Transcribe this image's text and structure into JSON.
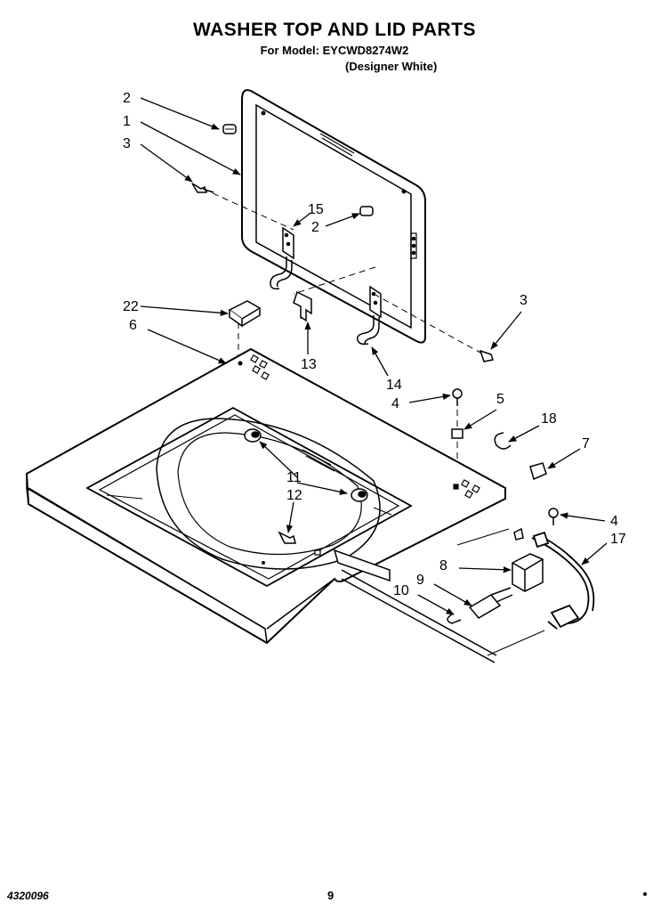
{
  "header": {
    "title": "WASHER TOP AND LID PARTS",
    "model": "For Model: EYCWD8274W2",
    "variant": "(Designer White)"
  },
  "footer": {
    "doc_number": "4320096",
    "page_number": "9"
  },
  "callouts": {
    "c1": "1",
    "c2a": "2",
    "c2b": "2",
    "c3a": "3",
    "c3b": "3",
    "c4a": "4",
    "c4b": "4",
    "c5": "5",
    "c6": "6",
    "c7": "7",
    "c8": "8",
    "c9": "9",
    "c10": "10",
    "c11": "11",
    "c12": "12",
    "c13": "13",
    "c14": "14",
    "c15": "15",
    "c17": "17",
    "c18": "18",
    "c22": "22"
  }
}
